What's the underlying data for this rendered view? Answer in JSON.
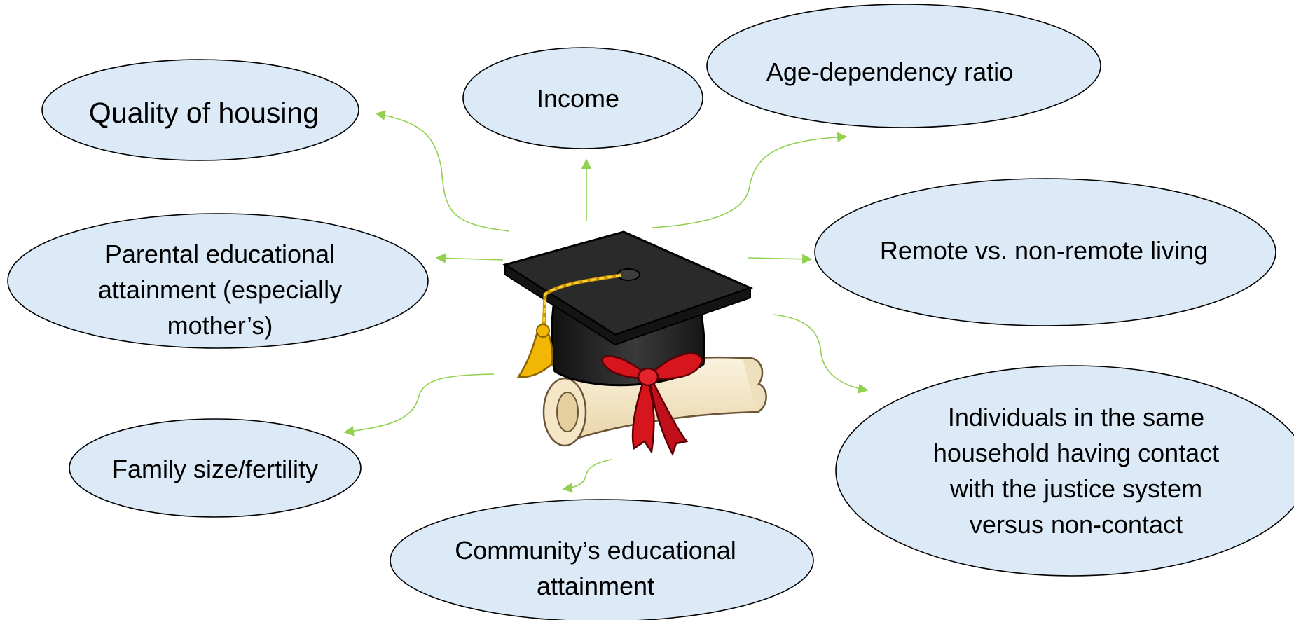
{
  "colors": {
    "bubble_fill": "#dbeaf6",
    "bubble_border": "#000000",
    "arrow": "#92d050",
    "cap_black": "#1c1c1c",
    "tassel": "#f2b705",
    "ribbon": "#d7151d",
    "diploma": "#f4e6c6"
  },
  "center": {
    "icon": "graduation-cap-with-diploma-icon"
  },
  "factors": {
    "quality_of_housing": "Quality of housing",
    "income": "Income",
    "age_dependency": "Age-dependency ratio",
    "remote_living": "Remote vs. non-remote living",
    "parental_education": [
      "Parental educational",
      "attainment (especially",
      "mother’s)"
    ],
    "family_size": "Family size/fertility",
    "community_education": [
      "Community’s educational",
      "attainment"
    ],
    "justice_contact": [
      "Individuals in the same",
      "household having contact",
      "with the justice system",
      "versus non-contact"
    ]
  }
}
